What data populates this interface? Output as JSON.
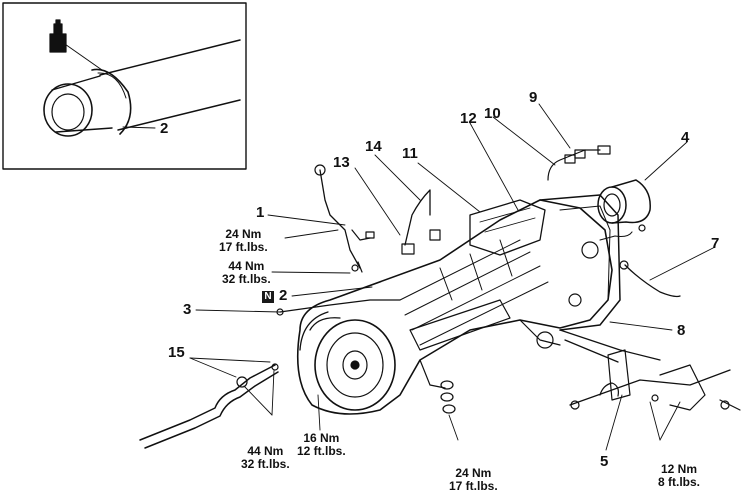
{
  "inset": {
    "callout": "2"
  },
  "callouts": {
    "c1": "1",
    "c2": "2",
    "c3": "3",
    "c4": "4",
    "c5": "5",
    "c7": "7",
    "c8": "8",
    "c9": "9",
    "c10": "10",
    "c11": "11",
    "c12": "12",
    "c13": "13",
    "c14": "14",
    "c15": "15"
  },
  "n_marker": "N",
  "torque_specs": {
    "t1": {
      "nm": "24 Nm",
      "ftlbs": "17 ft.lbs."
    },
    "t2": {
      "nm": "44 Nm",
      "ftlbs": "32 ft.lbs."
    },
    "t3": {
      "nm": "44 Nm",
      "ftlbs": "32 ft.lbs."
    },
    "t4": {
      "nm": "16 Nm",
      "ftlbs": "12 ft.lbs."
    },
    "t5": {
      "nm": "24 Nm",
      "ftlbs": "17 ft.lbs."
    },
    "t6": {
      "nm": "12 Nm",
      "ftlbs": "8 ft.lbs."
    }
  },
  "colors": {
    "ink": "#111111",
    "paper": "#ffffff"
  }
}
